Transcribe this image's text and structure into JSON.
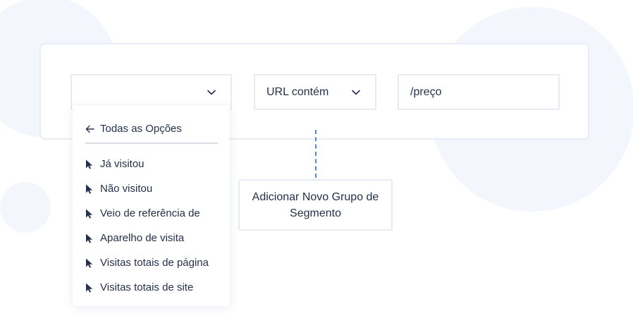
{
  "segment_row": {
    "field_1": {
      "value": "",
      "icon": "chevron-down-icon"
    },
    "field_2": {
      "value": "URL contém",
      "icon": "chevron-down-icon"
    },
    "field_3": {
      "value": "/preço"
    }
  },
  "dropdown": {
    "header": {
      "icon": "arrow-left-icon",
      "label": "Todas as Opções"
    },
    "items": [
      {
        "icon": "cursor-icon",
        "label": "Já visitou"
      },
      {
        "icon": "cursor-icon",
        "label": "Não visitou"
      },
      {
        "icon": "cursor-icon",
        "label": "Veio de referência de"
      },
      {
        "icon": "cursor-icon",
        "label": "Aparelho de visita"
      },
      {
        "icon": "cursor-icon",
        "label": "Visitas totais de página"
      },
      {
        "icon": "cursor-icon",
        "label": "Visitas totais de site"
      }
    ]
  },
  "add_group": {
    "label": "Adicionar Novo Grupo de Segmento"
  },
  "colors": {
    "text": "#25304a",
    "border": "#e6ebf6",
    "connector": "#5b82e0",
    "background_blob": "#f3f6fc"
  }
}
